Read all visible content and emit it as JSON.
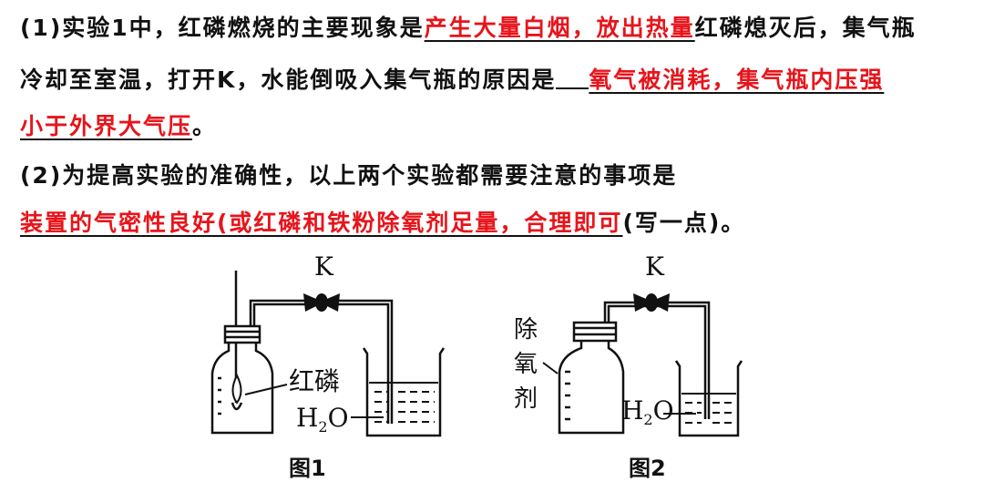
{
  "q1": {
    "num": "(1)",
    "t1": "实验1中，红磷燃烧的主要现象是",
    "a1": "产生大量白烟，放出热量",
    "t2": "红磷熄灭后，集气瓶",
    "t3": "冷却至室温，打开K，水能倒吸入集气瓶的原因是",
    "a2_part1": "氧气被消耗，集气瓶内压强",
    "a2_part2": "小于外界大气压",
    "end": "。"
  },
  "q2": {
    "num": "(2)",
    "t1": "为提高实验的准确性，以上两个实验都需要注意的事项是",
    "a1": "装置的气密性良好(或红磷和铁粉除氧剂足量，合理即可",
    "t2": "(写一点)。"
  },
  "fig1": {
    "valve_label": "K",
    "phosphorus_label": "红磷",
    "water_label": "H",
    "water_sub": "2",
    "water_label_o": "O",
    "caption": "图1"
  },
  "fig2": {
    "valve_label": "K",
    "agent_label_1": "除",
    "agent_label_2": "氧",
    "agent_label_3": "剂",
    "water_label": "H",
    "water_sub": "2",
    "water_label_o": "O",
    "caption": "图2"
  }
}
